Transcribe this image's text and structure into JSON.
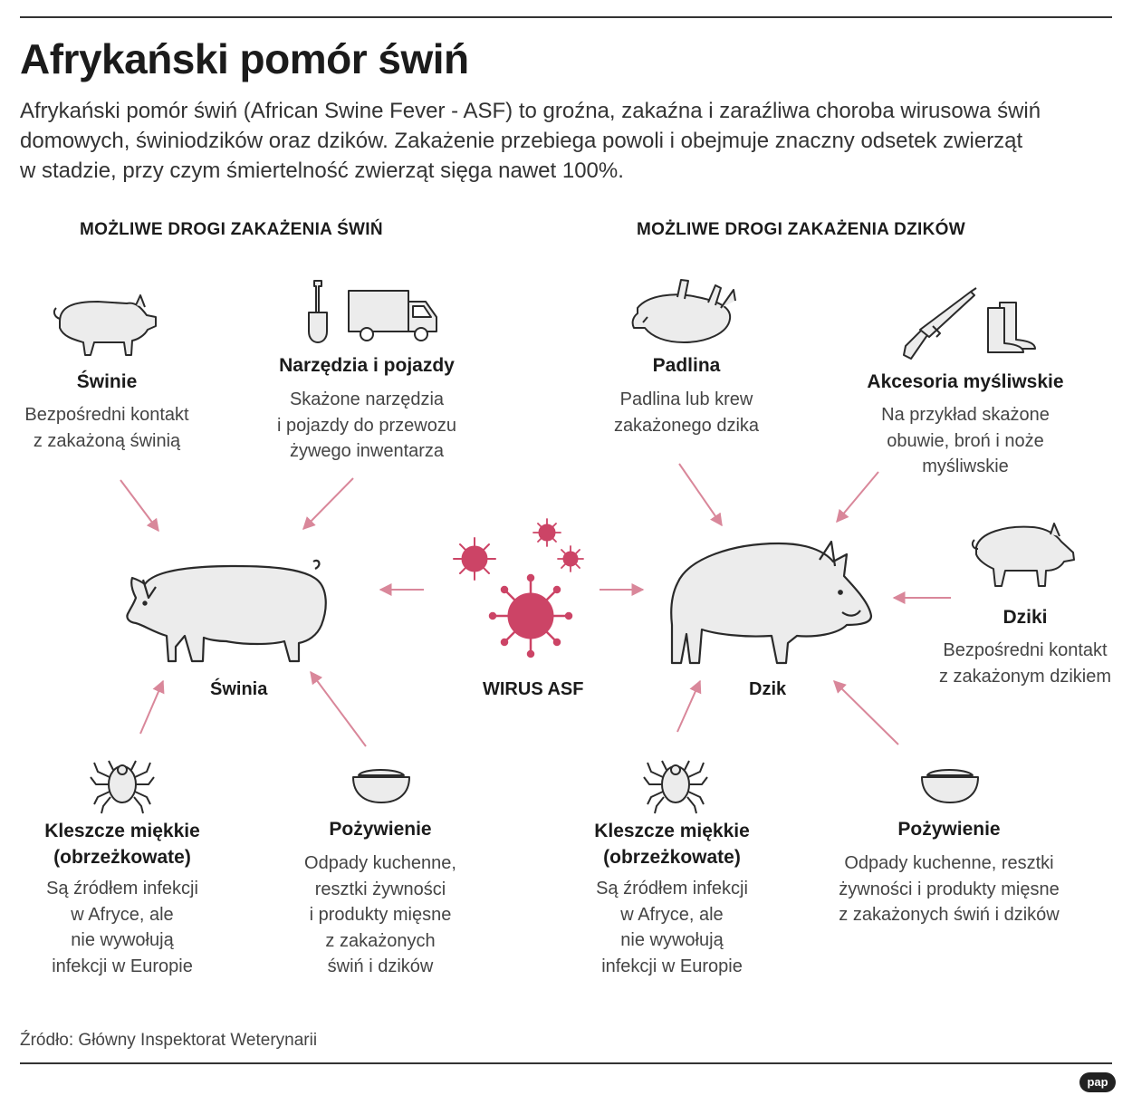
{
  "header": {
    "title": "Afrykański pomór świń",
    "intro_lines": [
      "Afrykański pomór świń (African Swine Fever - ASF) to groźna, zakaźna i zaraźliwa choroba wirusowa świń",
      "domowych, świniodzików oraz dzików. Zakażenie przebiega powoli i obejmuje znaczny odsetek zwierząt",
      "w stadzie, przy czym śmiertelność zwierząt sięga nawet 100%."
    ]
  },
  "sections": {
    "left": "MOŻLIWE DROGI ZAKAŻENIA ŚWIŃ",
    "right": "MOŻLIWE DROGI ZAKAŻENIA DZIKÓW"
  },
  "center": {
    "virus_label": "WIRUS ASF",
    "pig_label": "Świnia",
    "boar_label": "Dzik"
  },
  "pig_sources": {
    "pigs": {
      "label": "Świnie",
      "desc": [
        "Bezpośredni kontakt",
        "z zakażoną świnią"
      ]
    },
    "tools": {
      "label": "Narzędzia i pojazdy",
      "desc": [
        "Skażone narzędzia",
        "i pojazdy do przewozu",
        "żywego inwentarza"
      ]
    },
    "ticks": {
      "label": [
        "Kleszcze miękkie",
        "(obrzeżkowate)"
      ],
      "desc": [
        "Są źródłem infekcji",
        "w Afryce,  ale",
        "nie wywołują",
        "infekcji w Europie"
      ]
    },
    "food": {
      "label": "Pożywienie",
      "desc": [
        "Odpady kuchenne,",
        "resztki żywności",
        "i produkty mięsne",
        "z zakażonych",
        "świń i dzików"
      ]
    }
  },
  "boar_sources": {
    "carrion": {
      "label": "Padlina",
      "desc": [
        "Padlina lub krew",
        "zakażonego dzika"
      ]
    },
    "hunting": {
      "label": "Akcesoria myśliwskie",
      "desc": [
        "Na przykład skażone",
        "obuwie, broń i noże",
        "myśliwskie"
      ]
    },
    "boars": {
      "label": "Dziki",
      "desc": [
        "Bezpośredni kontakt",
        "z zakażonym dzikiem"
      ]
    },
    "ticks": {
      "label": [
        "Kleszcze miękkie",
        "(obrzeżkowate)"
      ],
      "desc": [
        "Są źródłem infekcji",
        "w Afryce, ale",
        "nie wywołują",
        "infekcji w Europie"
      ]
    },
    "food": {
      "label": "Pożywienie",
      "desc": [
        "Odpady kuchenne,  resztki",
        "żywności i produkty mięsne",
        "z zakażonych świń i dzików"
      ]
    }
  },
  "footer": {
    "source": "Źródło: Główny Inspektorat Weterynarii",
    "logo": "pap"
  },
  "colors": {
    "accent": "#cc4466",
    "arrow": "#d9879a",
    "icon_stroke": "#2a2a2a",
    "icon_fill": "#ececec"
  }
}
